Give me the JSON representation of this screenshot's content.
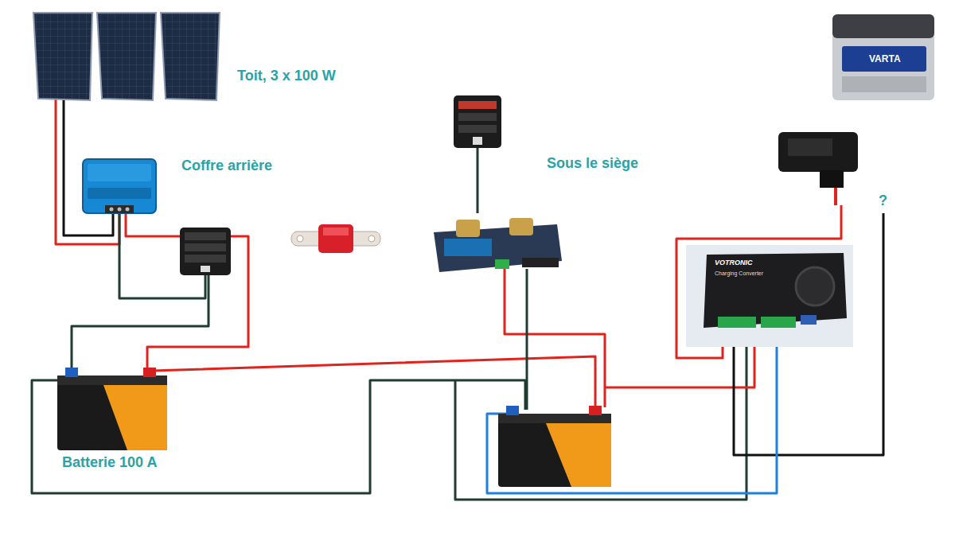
{
  "diagram": {
    "labels": [
      "Toit, 3 x 100 W",
      "Coffre arrière",
      "Sous le siège",
      "Batterie 100 A",
      "?",
      "VARTA",
      "VOTRONIC",
      "Charging Converter"
    ]
  }
}
